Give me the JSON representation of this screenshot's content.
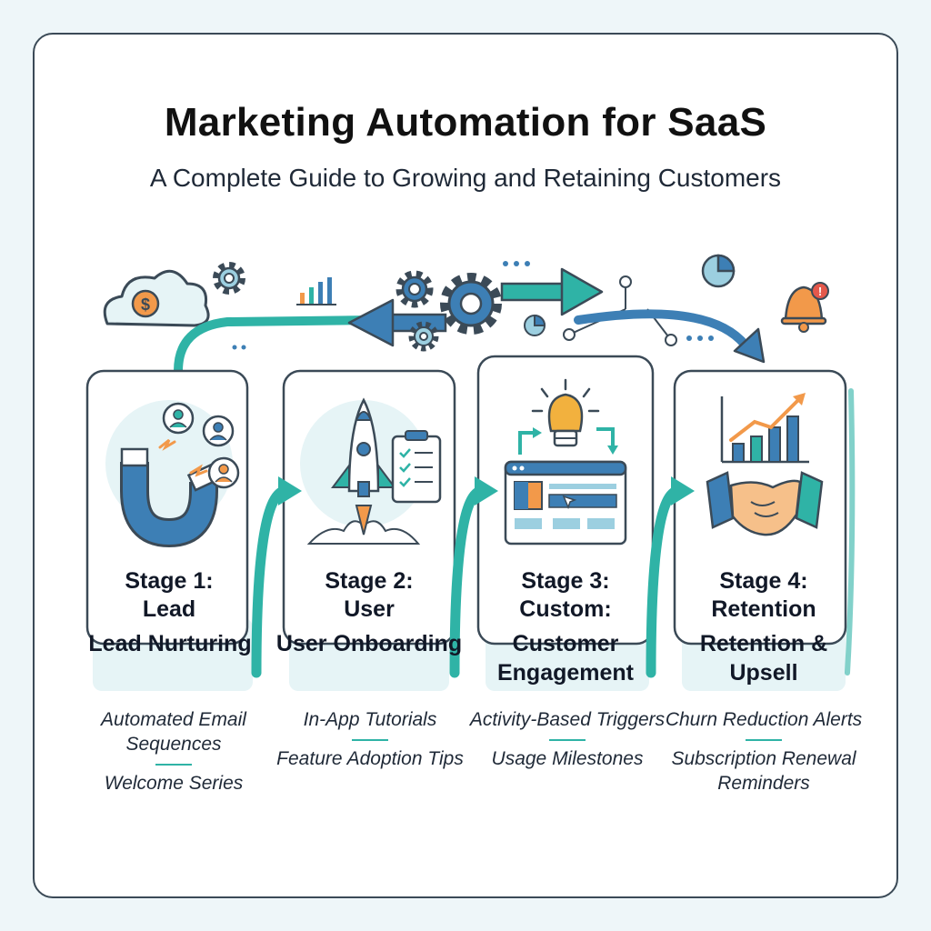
{
  "header": {
    "title": "Marketing Automation for SaaS",
    "subtitle": "A Complete Guide to Growing and Retaining Customers"
  },
  "colors": {
    "teal": "#2fb3a6",
    "blue": "#3d7fb5",
    "orange": "#f2994a",
    "outline": "#3b4a57",
    "panel": "#e6f4f6"
  },
  "stages": [
    {
      "label_line1": "Stage 1:",
      "label_line2": "Lead",
      "name_line1": "Lead",
      "name_line2": "Nurturing",
      "icon": "magnet-icon",
      "tactics": [
        "Automated Email Sequences",
        "Welcome Series"
      ]
    },
    {
      "label_line1": "Stage 2:",
      "label_line2": "User",
      "name_line1": "User",
      "name_line2": "Onboarding",
      "icon": "rocket-icon",
      "tactics": [
        "In-App Tutorials",
        "Feature Adoption Tips"
      ]
    },
    {
      "label_line1": "Stage 3:",
      "label_line2": "Custom:",
      "name_line1": "Customer",
      "name_line2": "Engagement",
      "icon": "lightbulb-icon",
      "tactics": [
        "Activity-Based Triggers",
        "Usage Milestones"
      ]
    },
    {
      "label_line1": "Stage 4:",
      "label_line2": "Retention",
      "name_line1": "Retention",
      "name_line2": "& Upsell",
      "icon": "handshake-icon",
      "tactics": [
        "Churn Reduction Alerts",
        "Subscription Renewal Reminders"
      ]
    }
  ]
}
